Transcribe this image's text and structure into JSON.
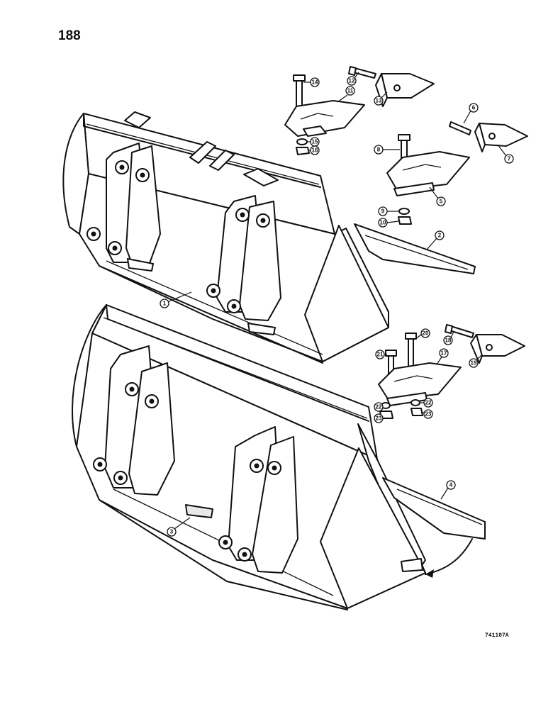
{
  "page": {
    "number": "188",
    "figure_code": "741107A"
  },
  "callouts": [
    "1",
    "2",
    "3",
    "4",
    "5",
    "6",
    "7",
    "8",
    "9",
    "10",
    "11",
    "12",
    "13",
    "14",
    "15",
    "16",
    "17",
    "18",
    "19",
    "20",
    "21",
    "22",
    "22",
    "23",
    "23"
  ]
}
